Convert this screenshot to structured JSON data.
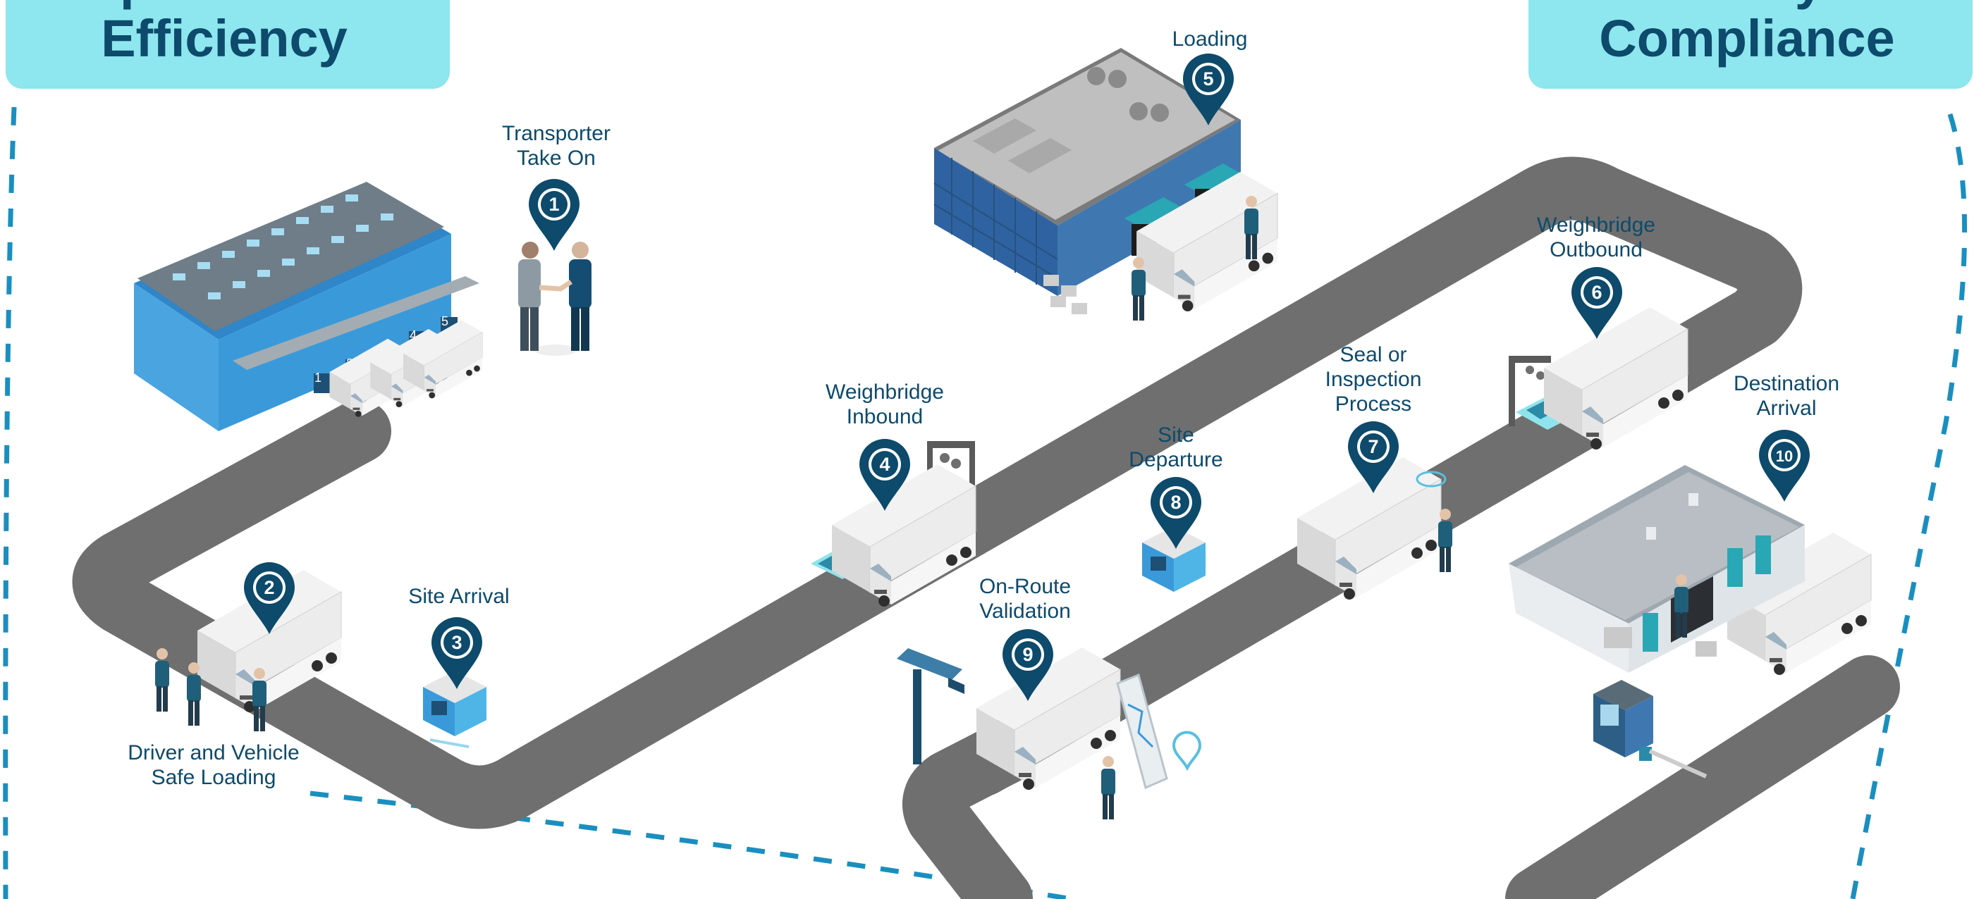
{
  "banners": {
    "left": {
      "line1": "Operational",
      "line2": "Efficiency"
    },
    "right": {
      "line1": "Security &",
      "line2": "Compliance"
    }
  },
  "colors": {
    "banner_bg": "#8ee6ee",
    "banner_text": "#0d4a6b",
    "pin": "#0d4a6b",
    "road": "#6f6f6f",
    "dash": "#1a8fbf",
    "building_blue": "#3a9ad9",
    "warehouse_blue": "#3f78b0",
    "teal": "#2aa7b5",
    "platform": "#8fe3ec"
  },
  "icons": [
    "factory-icon",
    "handshake-people-icon",
    "warehouse-icon",
    "truck-icon",
    "gatehouse-icon",
    "weighbridge-icon",
    "cctv-camera-icon",
    "smartphone-map-icon",
    "location-pin-icon",
    "distribution-center-icon",
    "boom-barrier-icon"
  ],
  "steps": [
    {
      "number": "1",
      "line1": "Transporter",
      "line2": "Take On"
    },
    {
      "number": "2",
      "line1": "Driver and Vehicle",
      "line2": "Safe Loading"
    },
    {
      "number": "3",
      "line1": "Site Arrival",
      "line2": ""
    },
    {
      "number": "4",
      "line1": "Weighbridge",
      "line2": "Inbound"
    },
    {
      "number": "5",
      "line1": "Loading",
      "line2": ""
    },
    {
      "number": "6",
      "line1": "Weighbridge",
      "line2": "Outbound"
    },
    {
      "number": "7",
      "line1": "Seal or",
      "line2": "Inspection",
      "line3": "Process"
    },
    {
      "number": "8",
      "line1": "Site",
      "line2": "Departure"
    },
    {
      "number": "9",
      "line1": "On-Route",
      "line2": "Validation"
    },
    {
      "number": "10",
      "line1": "Destination",
      "line2": "Arrival"
    }
  ]
}
